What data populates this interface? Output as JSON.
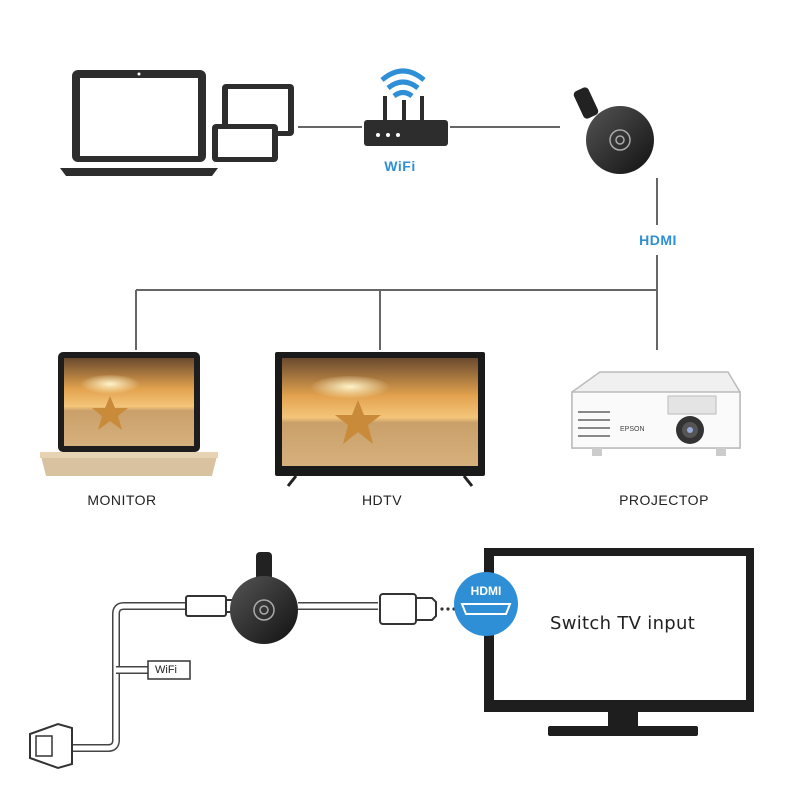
{
  "labels": {
    "wifi": "WiFi",
    "hdmi": "HDMI",
    "monitor": "MONITOR",
    "hdtv": "HDTV",
    "projector": "PROJECTOP",
    "projector_brand": "EPSON",
    "hdmi_port": "HDMI",
    "cable_wifi": "WiFi",
    "tv_screen_text": "Switch TV input"
  },
  "colors": {
    "accent": "#2f8fd6",
    "line": "#555555",
    "device": "#2d2d2d",
    "sunset_top": "#c77a2d",
    "sand": "#d9b074"
  }
}
